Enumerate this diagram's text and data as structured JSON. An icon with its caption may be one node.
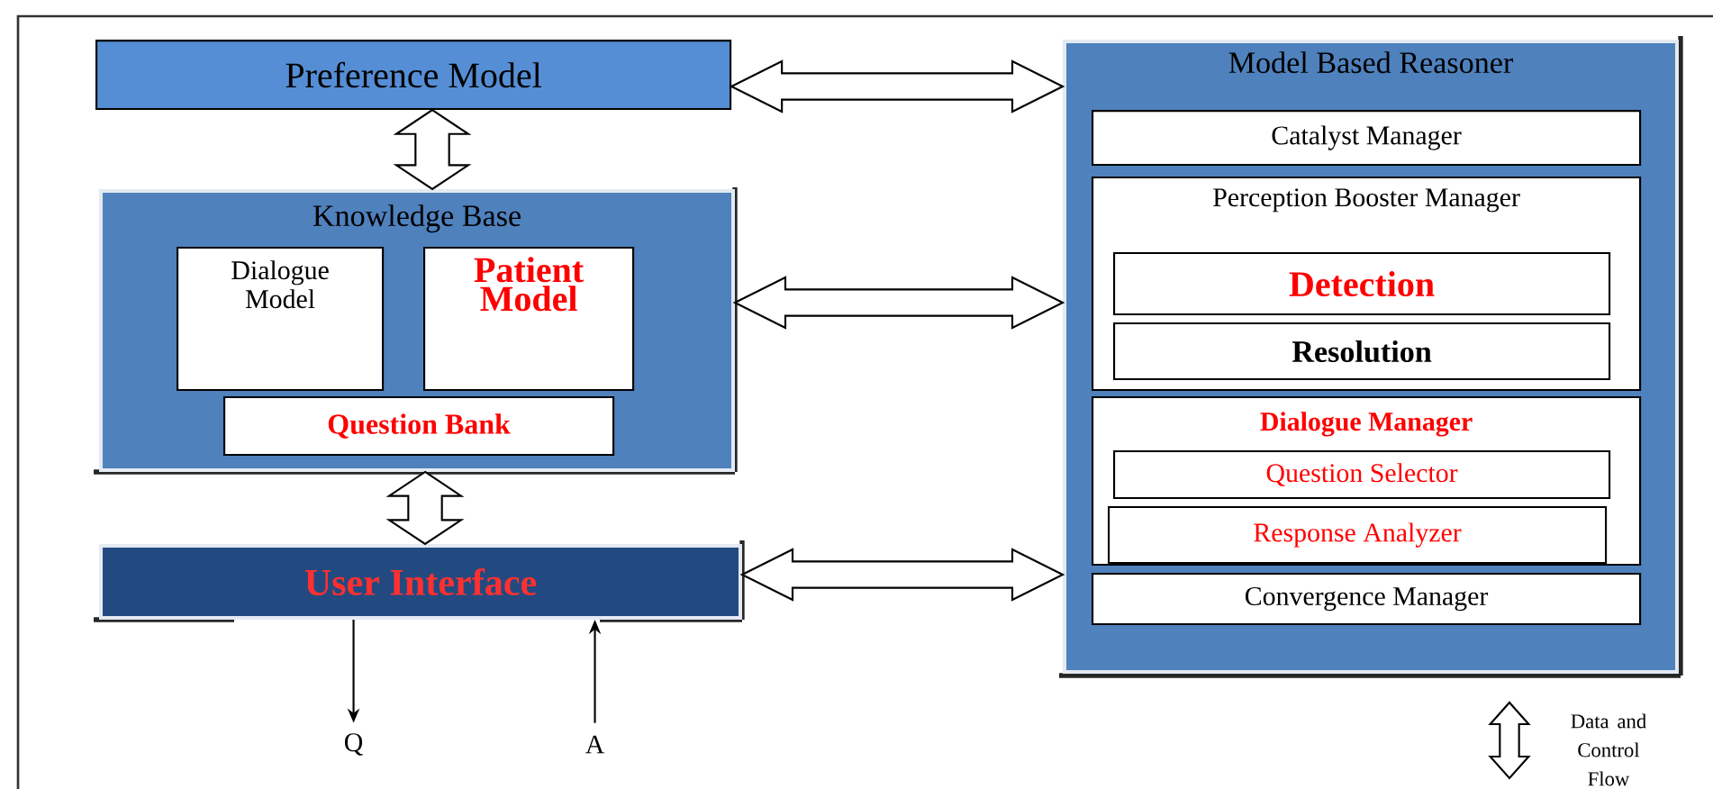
{
  "diagram": {
    "nodes": [
      {
        "text": [
          "Preference Model"
        ]
      },
      {
        "text": [
          "Knowledge Base"
        ]
      },
      {
        "text": [
          "Dialogue Model"
        ],
        "in": 1
      },
      {
        "text": [
          "Patient Model"
        ],
        "in": 1
      },
      {
        "text": [
          "Question Bank"
        ],
        "in": 1
      },
      {
        "text": [
          "User Interface"
        ]
      },
      {
        "text": [
          "Model Based Reasoner"
        ]
      },
      {
        "text": [
          "Catalyst Manager"
        ],
        "in": 6
      },
      {
        "text": [
          "Perception Booster Manager"
        ],
        "in": 6
      },
      {
        "text": [
          "Detection"
        ],
        "in": 8
      },
      {
        "text": [
          "Resolution"
        ],
        "in": 8
      },
      {
        "text": [
          "Dialogue Manager"
        ],
        "in": 6
      },
      {
        "text": [
          "Question Selector"
        ],
        "in": 11
      },
      {
        "text": [
          "Response Analyzer"
        ],
        "in": 11
      },
      {
        "text": [
          "Convergence Manager"
        ],
        "in": 6
      },
      {
        "text": [
          "Q"
        ]
      },
      {
        "text": [
          "A"
        ]
      }
    ],
    "edges": [
      {
        "from": 0,
        "to": 6,
        "arrow": "both"
      },
      {
        "from": 0,
        "to": 1,
        "arrow": "both"
      },
      {
        "from": 1,
        "to": 6,
        "arrow": "both"
      },
      {
        "from": 1,
        "to": 5,
        "arrow": "both"
      },
      {
        "from": 5,
        "to": 6,
        "arrow": "both"
      },
      {
        "from": 5,
        "to": 15,
        "arrow": "to"
      },
      {
        "from": 16,
        "to": 5,
        "arrow": "to"
      }
    ],
    "legend": [
      {
        "text": "Data and Control Flow"
      }
    ]
  }
}
